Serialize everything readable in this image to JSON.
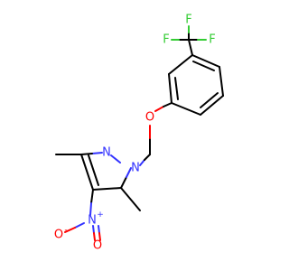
{
  "molecule": {
    "colors": {
      "bond": "#000000",
      "nitrogen": "#3333ff",
      "oxygen": "#ff0000",
      "fluorine": "#33cc33"
    },
    "atoms": {
      "n_ring_2": "N",
      "n_ring_1": "N",
      "n_nitro": "N",
      "n_nitro_charge": "+",
      "o_nitro_1": "O",
      "o_nitro_1_charge": "-",
      "o_nitro_2": "O",
      "o_ether": "O",
      "f_1": "F",
      "f_2": "F",
      "f_3": "F"
    }
  }
}
